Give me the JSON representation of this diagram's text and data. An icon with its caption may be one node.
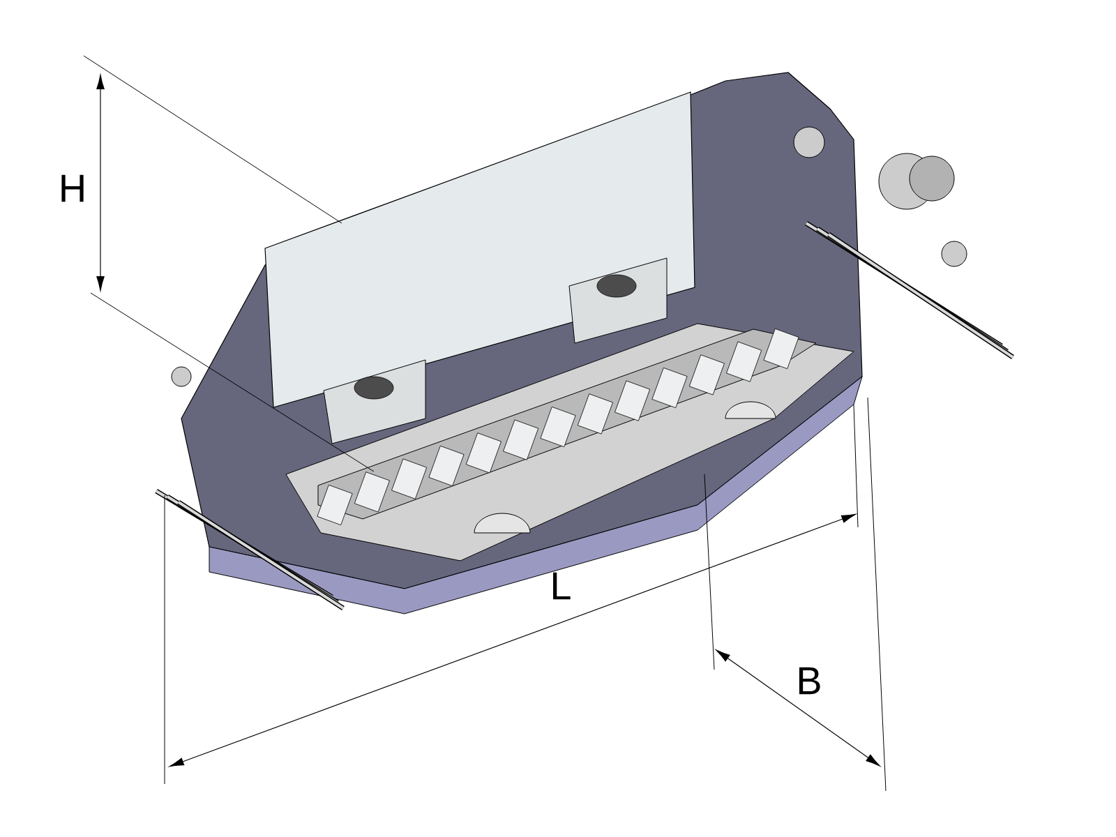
{
  "diagram": {
    "labels": [
      "H",
      "L",
      "B"
    ]
  }
}
